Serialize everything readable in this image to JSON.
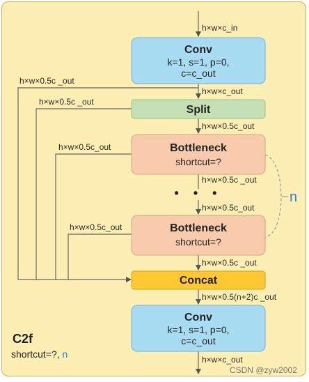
{
  "labels": {
    "input": "h×w×c_in",
    "after_conv": "h×w×c_out",
    "after_split": "h×w×0.5c_out",
    "after_bn1": "h×w×0.5c _out",
    "before_bn2": "h×w×0.5c_out",
    "after_bn2": "h×w×0.5c _out",
    "after_concat": "h×w×0.5(n+2)c _out",
    "output": "h×w×c_out",
    "skip1": "h×w×0.5c _out",
    "skip2": "h×w×0.5c _out",
    "skip3": "h×w×0.5c_out",
    "skip4": "h×w×0.5c_out"
  },
  "blocks": {
    "conv_top": {
      "title": "Conv",
      "line1": "k=1, s=1, p=0,",
      "line2": "c=c_out"
    },
    "split": {
      "title": "Split"
    },
    "bottleneck1": {
      "title": "Bottleneck",
      "line1": "shortcut=?"
    },
    "bottleneck2": {
      "title": "Bottleneck",
      "line1": "shortcut=?"
    },
    "concat": {
      "title": "Concat"
    },
    "conv_bottom": {
      "title": "Conv",
      "line1": "k=1, s=1, p=0,",
      "line2": "c=c_out"
    }
  },
  "ellipsis": "• • •",
  "repeat_label": "n",
  "module": {
    "title": "C2f",
    "subtitle": "shortcut=?,",
    "n": "n"
  },
  "watermark": "CSDN @zyw2002",
  "colors": {
    "conv": "#a8dcf3",
    "split": "#c5e0b4",
    "bottleneck": "#f8cbad",
    "concat": "#ffc832",
    "background": "#fdeeb3",
    "n_label": "#2b7bd6"
  }
}
